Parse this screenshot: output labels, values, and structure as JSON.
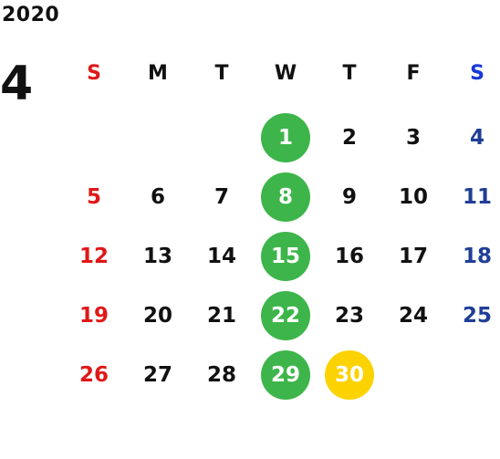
{
  "calendar": {
    "year": "2020",
    "month": "4",
    "weekdays": [
      {
        "label": "S",
        "color": "#e01818"
      },
      {
        "label": "M",
        "color": "#111111"
      },
      {
        "label": "T",
        "color": "#111111"
      },
      {
        "label": "W",
        "color": "#111111"
      },
      {
        "label": "T",
        "color": "#111111"
      },
      {
        "label": "F",
        "color": "#111111"
      },
      {
        "label": "S",
        "color": "#1838d8"
      }
    ],
    "weeks": [
      [
        "",
        "",
        "",
        "1",
        "2",
        "3",
        "4"
      ],
      [
        "5",
        "6",
        "7",
        "8",
        "9",
        "10",
        "11"
      ],
      [
        "12",
        "13",
        "14",
        "15",
        "16",
        "17",
        "18"
      ],
      [
        "19",
        "20",
        "21",
        "22",
        "23",
        "24",
        "25"
      ],
      [
        "26",
        "27",
        "28",
        "29",
        "30",
        "",
        ""
      ]
    ],
    "colors": {
      "sunday": "#e01818",
      "saturday": "#1f3e96",
      "weekday": "#111111",
      "wednesday_circle": "#3db54a",
      "today_circle": "#fcd200",
      "circle_text": "#ffffff"
    },
    "highlight_today": "30"
  }
}
